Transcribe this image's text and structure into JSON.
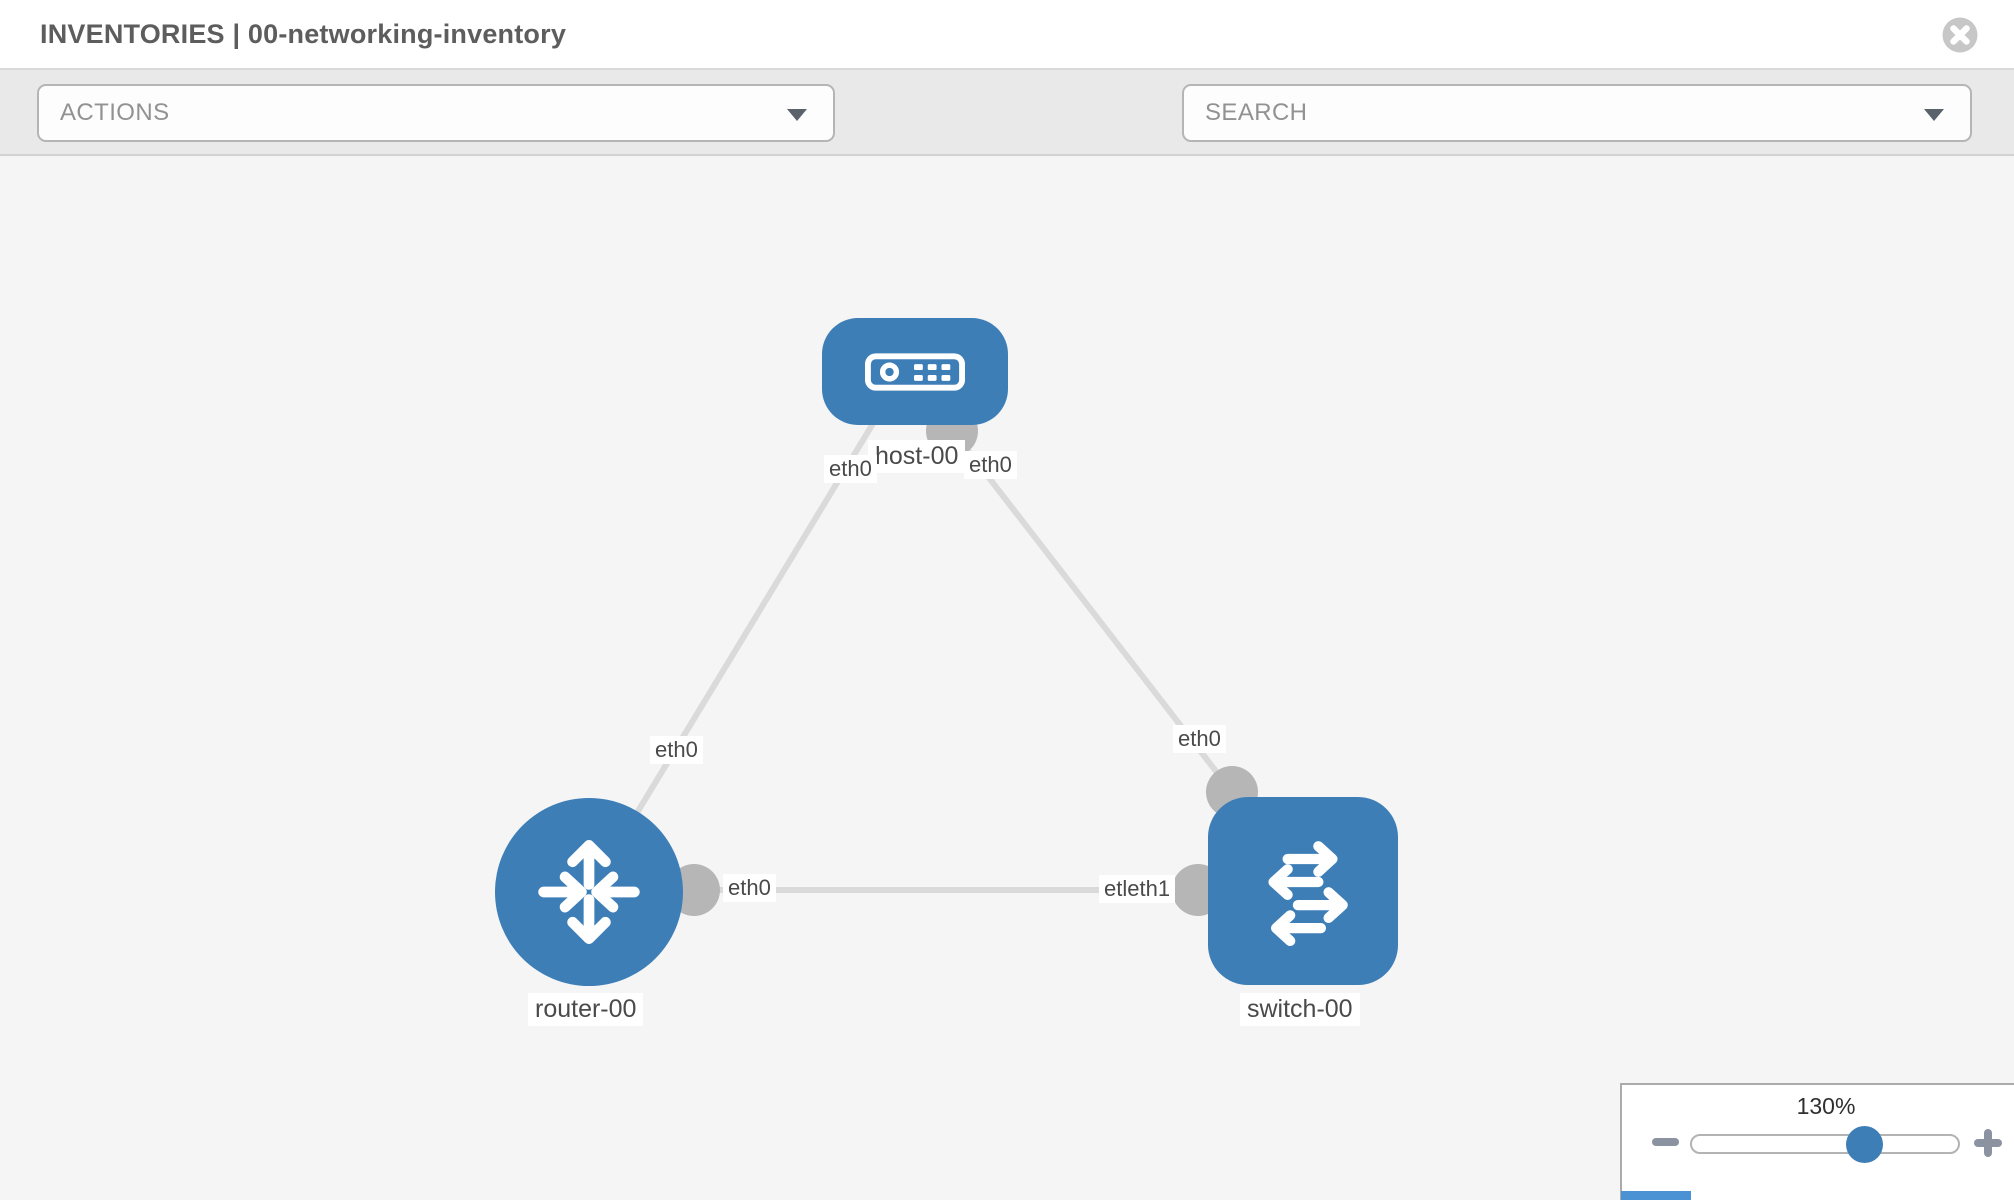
{
  "header": {
    "title": "INVENTORIES | 00-networking-inventory"
  },
  "toolbar": {
    "actions_label": "ACTIONS",
    "search_placeholder": "SEARCH",
    "icons": [
      "wrench-icon",
      "key-icon"
    ]
  },
  "topology": {
    "nodes": [
      {
        "id": "host-00",
        "type": "host",
        "label": "host-00"
      },
      {
        "id": "router-00",
        "type": "router",
        "label": "router-00"
      },
      {
        "id": "switch-00",
        "type": "switch",
        "label": "switch-00"
      }
    ],
    "links": [
      {
        "from": "router-00",
        "to": "host-00",
        "labels": [
          "eth0",
          "eth0"
        ]
      },
      {
        "from": "host-00",
        "to": "switch-00",
        "labels": [
          "eth0",
          "eth0"
        ]
      },
      {
        "from": "router-00",
        "to": "switch-00",
        "labels": [
          "eth0",
          "etleth1"
        ]
      }
    ],
    "interfaces": [
      {
        "node": "host-00",
        "label": "eth0",
        "position": "below-node-left"
      },
      {
        "node": "host-00",
        "label": "eth0",
        "position": "below-node-right"
      },
      {
        "node": "router-00",
        "label": "eth0",
        "position": "mid-link-to-host"
      },
      {
        "node": "switch-00",
        "label": "eth0",
        "position": "mid-link-to-host"
      },
      {
        "node": "router-00",
        "label": "eth0",
        "position": "right-of-node"
      },
      {
        "node": "switch-00",
        "label": "etleth1",
        "position": "left-of-node"
      }
    ]
  },
  "zoom_control": {
    "value": "130%",
    "minus_label": "",
    "plus_label": ""
  },
  "colors": {
    "node_blue": "#3d7eb7",
    "link_gray": "#dadada",
    "interface_circle_gray": "#b6b6b6",
    "canvas_bg": "#f5f5f5",
    "toolbar_bg": "#e9e9e9",
    "label_text": "#4a4a4a"
  }
}
